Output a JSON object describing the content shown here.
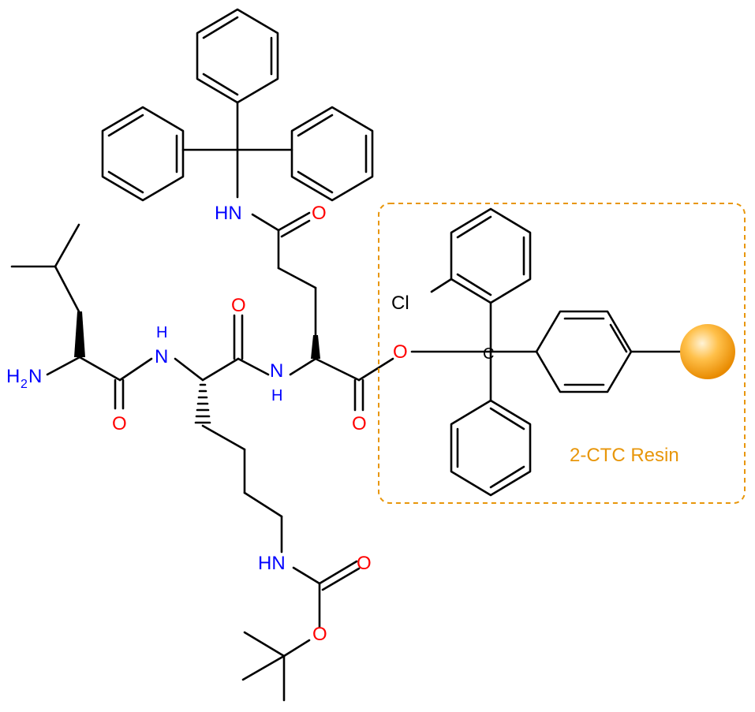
{
  "atoms": {
    "nh2": "H",
    "nh2_sub": "2",
    "nh2_n": "N",
    "nh_leu_lys": "H",
    "nh_leu_lys_n": "N",
    "o_leu": "O",
    "o_lys": "O",
    "nh_lys_gln_n": "N",
    "nh_lys_gln_h": "H",
    "o_ester": "O",
    "o_gln_c": "O",
    "hn_trt": "HN",
    "o_amide": "O",
    "hn_boc": "HN",
    "o_boc_carbonyl": "O",
    "o_boc_ester": "O",
    "cl": "Cl",
    "c_center": "C"
  },
  "resin_label": "2-CTC Resin",
  "colors": {
    "oxygen": "#ff0000",
    "nitrogen": "#0000ff",
    "carbon": "#000000",
    "resin": "#e8960a",
    "resin_bead": "#ffa500"
  }
}
